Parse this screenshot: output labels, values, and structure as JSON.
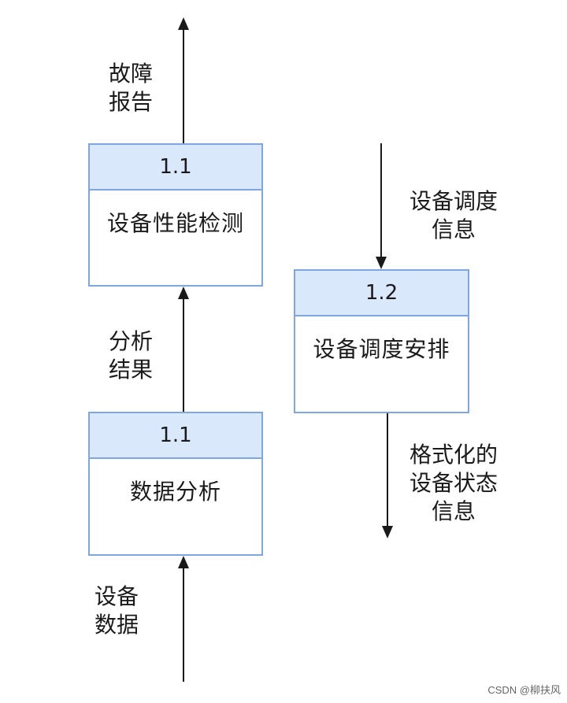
{
  "processes": {
    "performance_check": {
      "id": "1.1",
      "name": "设备性能检测"
    },
    "data_analysis": {
      "id": "1.1",
      "name": "数据分析"
    },
    "schedule_arrangement": {
      "id": "1.2",
      "name": "设备调度安排"
    }
  },
  "flows": {
    "fault_report": {
      "line1": "故障",
      "line2": "报告"
    },
    "analysis_result": {
      "line1": "分析",
      "line2": "结果"
    },
    "device_data": {
      "line1": "设备",
      "line2": "数据"
    },
    "schedule_info": {
      "line1": "设备调度",
      "line2": "信息"
    },
    "formatted_status": {
      "line1": "格式化的",
      "line2": "设备状态",
      "line3": "信息"
    }
  },
  "watermark": "CSDN @柳扶风",
  "colors": {
    "box_border": "#7ea6e0",
    "box_header_fill": "#dae8fc",
    "arrow": "#1a1a1a",
    "text": "#1a1a1a"
  }
}
